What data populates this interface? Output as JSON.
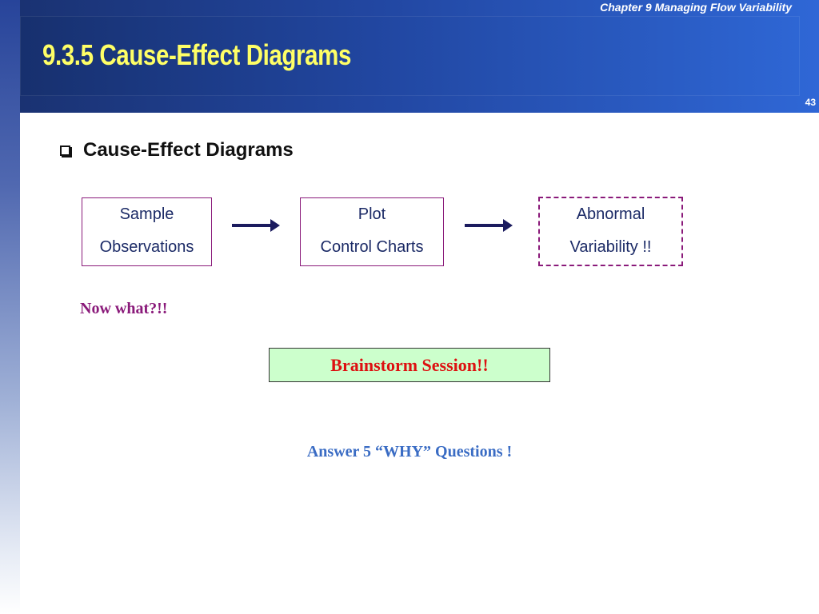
{
  "header": {
    "chapter_label": "Chapter 9  Managing Flow Variability",
    "title": "9.3.5 Cause-Effect Diagrams",
    "page_number": "43"
  },
  "bullet": {
    "text": "Cause-Effect Diagrams"
  },
  "flow": {
    "box1": [
      "Sample",
      "Observations"
    ],
    "box2": [
      "Plot",
      "Control Charts"
    ],
    "box3": [
      "Abnormal",
      "Variability !!"
    ]
  },
  "now_what": "Now what?!!",
  "brainstorm": "Brainstorm Session!!",
  "answer": "Answer 5 “WHY” Questions !",
  "colors": {
    "title": "#ffff66",
    "header_band": "#2247a2",
    "box_border": "#8a1a7a",
    "brainstorm_fill": "#ccffcc",
    "brainstorm_text": "#dd1111",
    "answer_text": "#3a6cc4"
  },
  "icons": {
    "bullet": "checkbox-square-icon",
    "arrow": "arrow-right-icon"
  }
}
